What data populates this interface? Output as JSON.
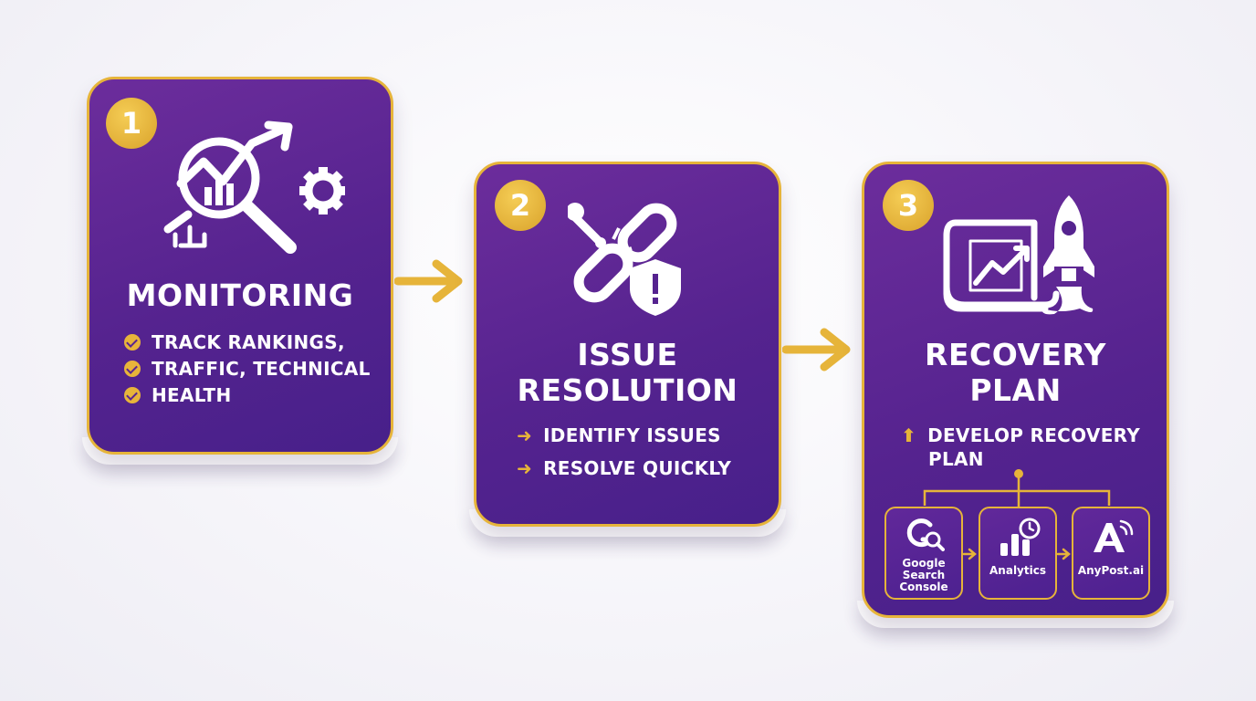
{
  "steps": [
    {
      "number": "1",
      "title": "MONITORING",
      "bullets": [
        "TRACK RANKINGS,",
        "TRAFFIC, TECHNICAL",
        "HEALTH"
      ]
    },
    {
      "number": "2",
      "title_line1": "ISSUE",
      "title_line2": "RESOLUTION",
      "bullets": [
        "IDENTIFY ISSUES",
        "RESOLVE QUICKLY"
      ]
    },
    {
      "number": "3",
      "title_line1": "RECOVERY",
      "title_line2": "PLAN",
      "bullet_line1": "DEVELOP RECOVERY",
      "bullet_line2": "PLAN",
      "tools": [
        {
          "label_line1": "Google",
          "label_line2": "Search",
          "label_line3": "Console",
          "icon": "google-search-console-icon"
        },
        {
          "label": "Analytics",
          "icon": "analytics-chart-icon"
        },
        {
          "label": "AnyPost.ai",
          "icon": "anypost-logo-icon"
        }
      ]
    }
  ],
  "colors": {
    "card_purple": "#55238f",
    "accent_gold": "#e6b43a",
    "background": "#f5f4f9"
  }
}
